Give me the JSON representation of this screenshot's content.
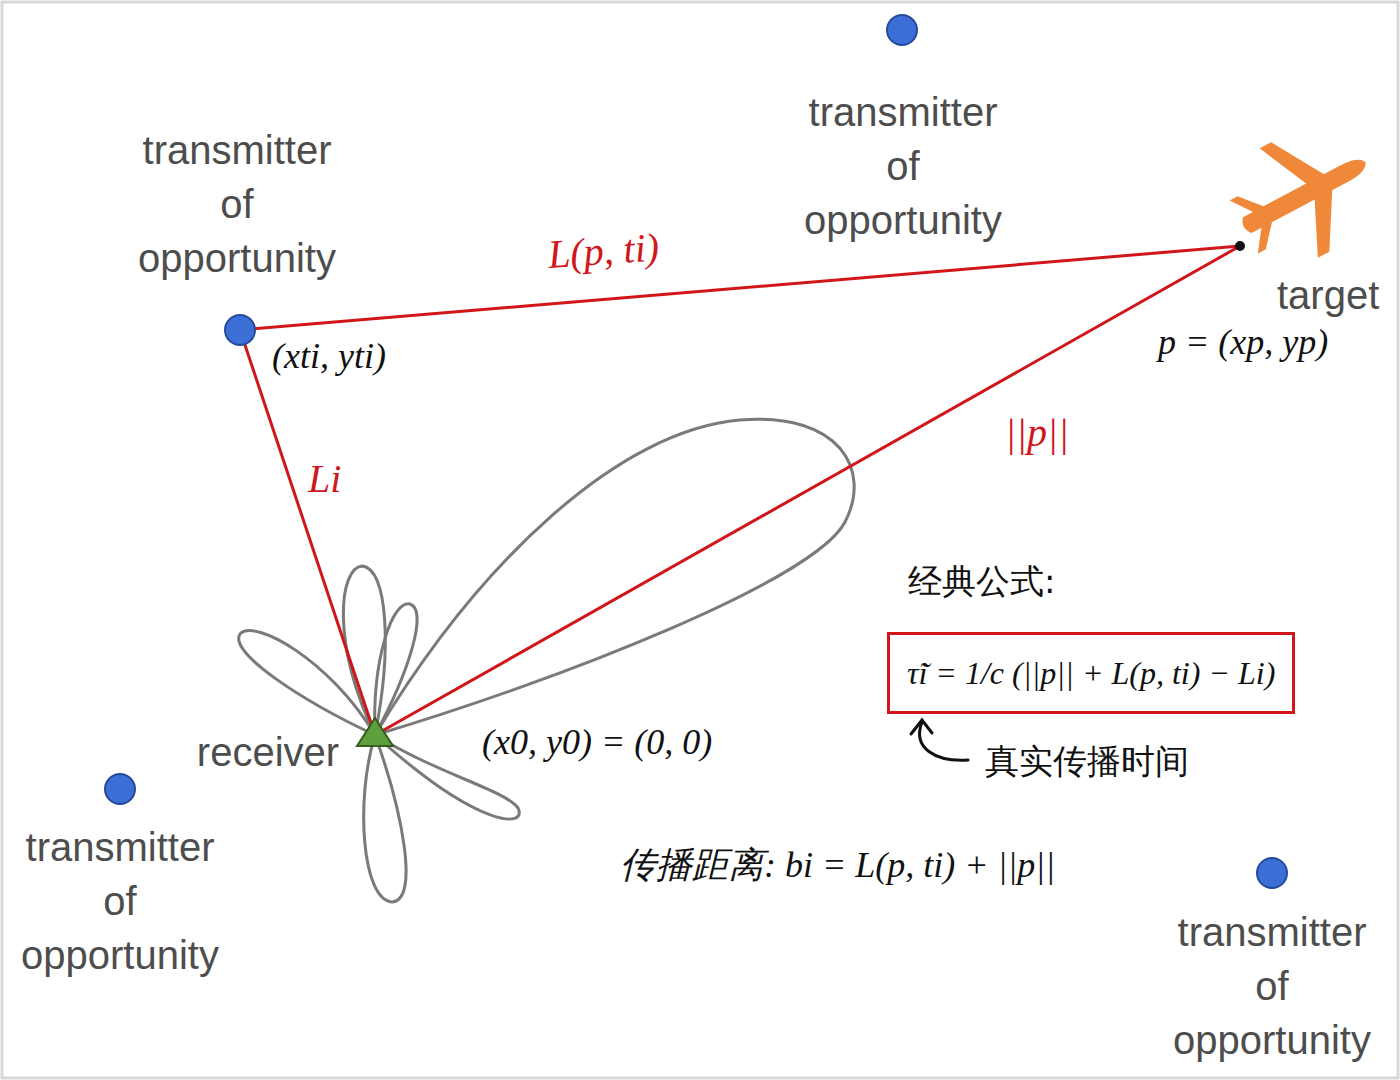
{
  "diagram": {
    "nodes": [
      {
        "text": [
          "τ̃i = 1/c (||p|| + L(p, ti) − Li)"
        ]
      }
    ],
    "labels": [
      "transmitter of opportunity",
      "transmitter of opportunity",
      "L(p, ti)",
      "(xti, yti)",
      "target",
      "p = (xp, yp)",
      "Li",
      "||p||",
      "经典公式:",
      "receiver",
      "(x0, y0) = (0, 0)",
      "真实传播时间",
      "transmitter of opportunity",
      "传播距离: bi = L(p, ti) + ||p||",
      "transmitter of opportunity"
    ]
  }
}
